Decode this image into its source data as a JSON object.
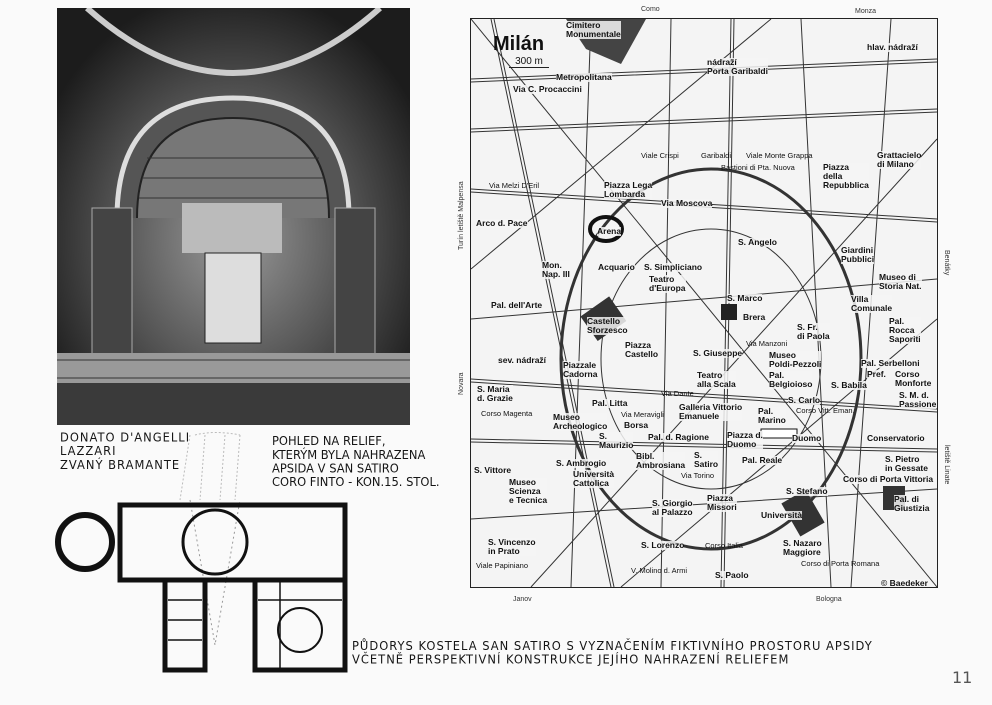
{
  "captions": {
    "architect": "DONATO D'ANGELLI\nLAZZARI\nZVANÝ BRAMANTE",
    "relief": "POHLED NA RELIEF,\nKTERÝM BYLA NAHRAZENA\nAPSIDA V SAN SATIRO\nCORO FINTO - KON.15. STOL.",
    "plan": "PŮDORYS KOSTELA SAN SATIRO S VYZNAČENÍM FIKTIVNÍHO PROSTORU APSIDY\nVČETNĚ PERSPEKTIVNÍ KONSTRUKCE JEJÍHO NAHRAZENÍ RELIEFEM"
  },
  "page_number": "11",
  "map": {
    "title": "Milán",
    "scale": "300 m",
    "edges": {
      "top_left": "Como",
      "top_right": "Monza",
      "bottom_left": "Janov",
      "bottom_right": "Bologna",
      "left_top": "Turín letiště Malpensa",
      "left_bottom": "Novara",
      "right_top": "Benátky",
      "right_bottom": "letiště Linate"
    },
    "labels": [
      "Cimitero\nMonumentale",
      "nádraží\nPorta Garibaldi",
      "hlav. nádraží",
      "Metropolitana",
      "Via C. Procaccini",
      "Piazza Lega\nLombarda",
      "Via Moscova",
      "Arco d. Pace",
      "Arena",
      "Acquario",
      "Mon.\nNap. III",
      "S. Simpliciano",
      "Teatro\nd'Europa",
      "S. Angelo",
      "Grattacielo\ndi Milano",
      "Piazza\ndella\nRepubblica",
      "Giardini\nPubblici",
      "Museo di\nStoria Nat.",
      "Villa\nComunale",
      "S. Marco",
      "Pal. dell'Arte",
      "Castello\nSforzesco",
      "Brera",
      "S. Fr.\ndi Paola",
      "Pal.\nRocca\nSaporiti",
      "sev. nádraží",
      "Piazzale\nCadorna",
      "Piazza\nCastello",
      "S. Giuseppe",
      "Museo\nPoldi-Pezzoli",
      "Pal. Serbelloni",
      "Teatro\nalla Scala",
      "Pal.\nBelgioioso",
      "S. Babila",
      "Pref.",
      "S. Maria\nd. Grazie",
      "Pal. Litta",
      "S. Carlo",
      "Corso\nMonforte",
      "S. M. d.\nPassione",
      "Galleria Vittorio\nEmanuele",
      "Pal.\nMarino",
      "Museo\nArcheologico",
      "Borsa",
      "Pal. d. Ragione",
      "Duomo",
      "Piazza d.\nDuomo",
      "Conservatorio",
      "S.\nMaurizio",
      "Bibl.\nAmbrosiana",
      "S.\nSatiro",
      "Pal. Reale",
      "S. Ambrogio",
      "Università\nCattolica",
      "S. Vittore",
      "Museo\nScienza\ne Tecnica",
      "S. Pietro\nin Gessate",
      "S. Stefano",
      "Corso di Porta Vittoria",
      "Pal. di\nGiustizia",
      "S. Giorgio\nal Palazzo",
      "Piazza\nMissori",
      "Università",
      "S. Vincenzo\nin Prato",
      "S. Lorenzo",
      "S. Nazaro\nMaggiore",
      "S. Paolo",
      "© Baedeker"
    ],
    "streets": [
      "Viale Crispi",
      "Garibaldi",
      "Viale Monte Grappa",
      "Bastioni di Pta. Nuova",
      "Via Melzi D'Eril",
      "Corso Magenta",
      "Via Meravigli",
      "Via Torino",
      "Corso Vitt. Eman.",
      "Corso di Porta Romana",
      "Viale Papiniano",
      "V. Molino d. Armi",
      "Corso Italia",
      "Via Dante",
      "Via Manzoni"
    ]
  }
}
